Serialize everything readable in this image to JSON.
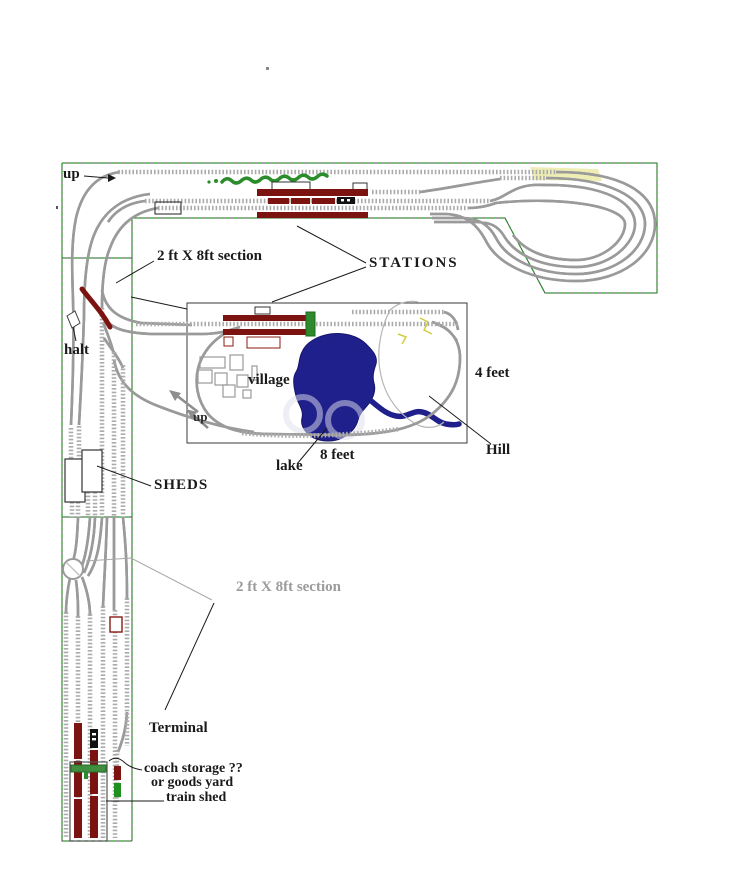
{
  "diagram": {
    "type": "model-railway-track-plan",
    "labels": {
      "up_top": "up",
      "top_section": "2 ft X 8ft section",
      "stations": "STATIONS",
      "halt": "halt",
      "village": "village",
      "four_feet": "4 feet",
      "up_inner": "up",
      "lake": "lake",
      "eight_feet": "8 feet",
      "hill": "Hill",
      "sheds": "SHEDS",
      "bottom_section": "2 ft X 8ft section",
      "terminal": "Terminal",
      "coach_storage": "coach storage ??",
      "goods_yard": "or goods yard",
      "train_shed": "train shed"
    },
    "colors": {
      "platform_maroon": "#7b1410",
      "locomotive_black": "#111111",
      "greenery_green": "#2a8c2a",
      "lake_navy": "#20208c",
      "track_gray": "#9a9a9a",
      "board_edge_green": "#2f9e2f",
      "section_line_dark": "#4a4a4a",
      "gradient_yellow": "#eeeeb4",
      "faded_label_gray": "#9b9b9b"
    }
  }
}
